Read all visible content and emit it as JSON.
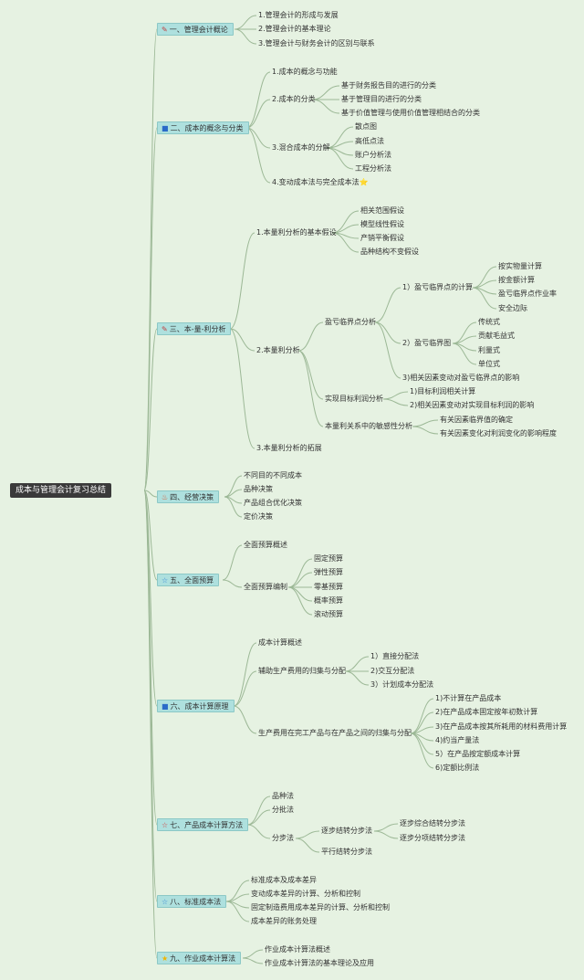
{
  "root": "成本与管理会计复习总结",
  "line_color": "#9cb896",
  "categories": [
    {
      "label": "一、管理会计概论",
      "icon": "pencil-icon",
      "glyph": "✎",
      "color": "#c04040"
    },
    {
      "label": "二、成本的概念与分类",
      "icon": "flag-icon",
      "glyph": "■",
      "color": "#2a6ac8"
    },
    {
      "label": "三、本-量-利分析",
      "icon": "pencil-icon",
      "glyph": "✎",
      "color": "#c04040"
    },
    {
      "label": "四、经营决策",
      "icon": "fire-icon",
      "glyph": "♨",
      "color": "#e04a20"
    },
    {
      "label": "五、全面预算",
      "icon": "star-outline-icon",
      "glyph": "☆",
      "color": "#3a8ad8"
    },
    {
      "label": "六、成本计算原理",
      "icon": "flag-icon",
      "glyph": "■",
      "color": "#2a6ac8"
    },
    {
      "label": "七、产品成本计算方法",
      "icon": "star-red-outline-icon",
      "glyph": "☆",
      "color": "#d83a3a"
    },
    {
      "label": "八、标准成本法",
      "icon": "star-outline-icon",
      "glyph": "☆",
      "color": "#3a8ad8"
    },
    {
      "label": "九、作业成本计算法",
      "icon": "star-yellow-icon",
      "glyph": "★",
      "color": "#f0b400"
    }
  ],
  "items": {
    "c1": [
      "1.管理会计的形成与发展",
      "2.管理会计的基本理论",
      "3.管理会计与财务会计的区别与联系"
    ],
    "c2": [
      "1.成本的概念与功能",
      "2.成本的分类",
      "3.混合成本的分解",
      "4.变动成本法与完全成本法"
    ],
    "c2_star": "⭐",
    "c2_fenlei": [
      "基于财务报告目的进行的分类",
      "基于管理目的进行的分类",
      "基于价值管理与使用价值管理相结合的分类"
    ],
    "c2_fenjie": [
      "散点图",
      "高低点法",
      "账户分析法",
      "工程分析法"
    ],
    "c3": [
      "1.本量利分析的基本假设",
      "2.本量利分析",
      "3.本量利分析的拓展"
    ],
    "c3_jiashe": [
      "相关范围假设",
      "模型线性假设",
      "产销平衡假设",
      "品种结构不变假设"
    ],
    "c3_fenxi": [
      "盈亏临界点分析",
      "实现目标利润分析",
      "本量利关系中的敏感性分析"
    ],
    "c3_yingkui": [
      "1）盈亏临界点的计算",
      "2）盈亏临界图",
      "3)相关因素变动对盈亏临界点的影响"
    ],
    "c3_jisuan": [
      "按实物量计算",
      "按金额计算",
      "盈亏临界点作业率",
      "安全边际"
    ],
    "c3_tu": [
      "传统式",
      "贡献毛益式",
      "利量式",
      "单位式"
    ],
    "c3_mubiao": [
      "1)目标利润相关计算",
      "2)相关因素变动对实现目标利润的影响"
    ],
    "c3_mingan": [
      "有关因素临界值的确定",
      "有关因素变化对利润变化的影响程度"
    ],
    "c4": [
      "不同目的不同成本",
      "品种决策",
      "产品组合优化决策",
      "定价决策"
    ],
    "c5": [
      "全面预算概述",
      "全面预算编制"
    ],
    "c5_bianzhi": [
      "固定预算",
      "弹性预算",
      "零基预算",
      "概率预算",
      "滚动预算"
    ],
    "c6": [
      "成本计算概述",
      "辅助生产费用的归集与分配",
      "生产费用在完工产品与在产品之间的归集与分配"
    ],
    "c6_fuzhu": [
      "1）直接分配法",
      "2)交互分配法",
      "3）计划成本分配法"
    ],
    "c6_wangong": [
      "1)不计算在产品成本",
      "2)在产品成本固定按年初数计算",
      "3)在产品成本按其所耗用的材料费用计算",
      "4)约当产量法",
      "5）在产品按定额成本计算",
      "6)定额比例法"
    ],
    "c7": [
      "品种法",
      "分批法",
      "分步法"
    ],
    "c7_fenbu": [
      "逐步结转分步法",
      "平行结转分步法"
    ],
    "c7_zhubu": [
      "逐步综合结转分步法",
      "逐步分项结转分步法"
    ],
    "c8": [
      "标准成本及成本差异",
      "变动成本差异的计算、分析和控制",
      "固定制造费用成本差异的计算、分析和控制",
      "成本差异的账务处理"
    ],
    "c9": [
      "作业成本计算法概述",
      "作业成本计算法的基本理论及应用"
    ]
  }
}
